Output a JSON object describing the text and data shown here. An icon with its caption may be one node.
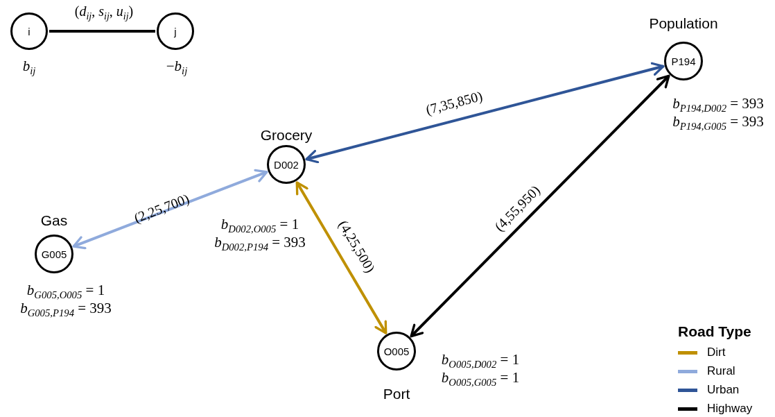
{
  "diagram": {
    "nodes": [
      {
        "text": [
          "i"
        ],
        "beside": [
          "*b*$_{ij}$"
        ]
      },
      {
        "text": [
          "j"
        ],
        "beside": [
          "−*b*$_{ij}$"
        ]
      },
      {
        "text": [
          "Population",
          "P194"
        ],
        "beside": [
          "*b*$_{P194,D002}$ = 393",
          "*b*$_{P194,G005}$ = 393"
        ]
      },
      {
        "text": [
          "Grocery",
          "D002"
        ],
        "beside": [
          "*b*$_{D002,O005}$ = 1",
          "*b*$_{D002,P194}$ = 393"
        ]
      },
      {
        "text": [
          "Gas",
          "G005"
        ],
        "beside": [
          "*b*$_{G005,O005}$ = 1",
          "*b*$_{G005,P194}$ = 393"
        ]
      },
      {
        "text": [
          "O005",
          "Port"
        ],
        "beside": [
          "*b*$_{O005,D002}$ = 1",
          "*b*$_{O005,G005}$ = 1"
        ]
      }
    ],
    "edges": [
      {
        "from": 0,
        "to": 1,
        "arrow": "none",
        "label": "(*d*$_{ij}$, *s*$_{ij}$, *u*$_{ij}$)"
      },
      {
        "from": 3,
        "to": 2,
        "arrow": "both",
        "label": "(7,35,850)",
        "color": "#2f5597"
      },
      {
        "from": 3,
        "to": 4,
        "arrow": "both",
        "label": "(2,25,700)",
        "color": "#8faadc"
      },
      {
        "from": 3,
        "to": 5,
        "arrow": "both",
        "label": "(4,25,500)",
        "color": "#bf9000"
      },
      {
        "from": 5,
        "to": 2,
        "arrow": "both",
        "label": "(4,55,950)"
      }
    ],
    "labels": [
      "Road Type"
    ],
    "legend": [
      {
        "text": "Dirt",
        "color": "#bf9000"
      },
      {
        "text": "Rural",
        "color": "#8faadc"
      },
      {
        "text": "Urban",
        "color": "#2f5597"
      },
      {
        "text": "Highway",
        "color": "#000000"
      }
    ]
  }
}
